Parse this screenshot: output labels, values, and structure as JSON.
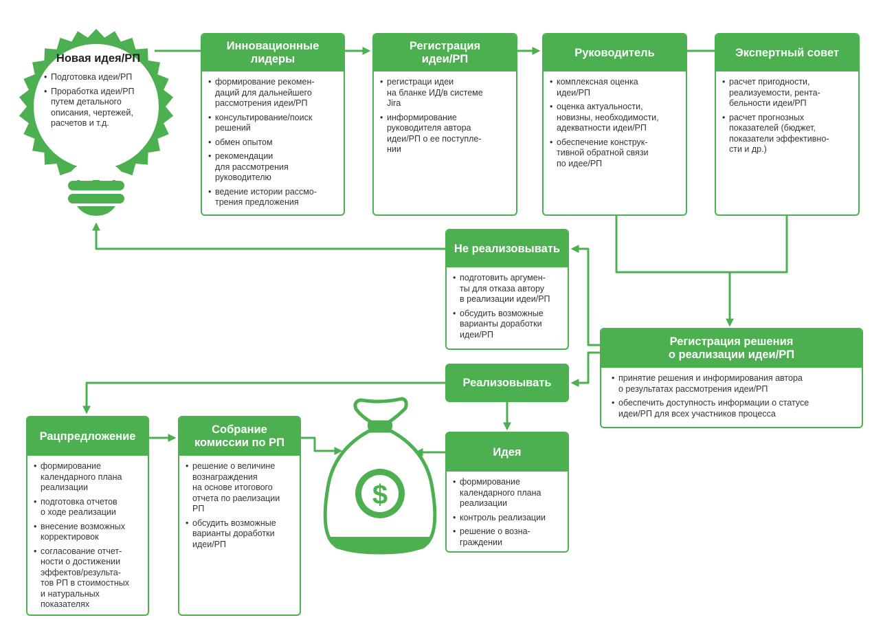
{
  "colors": {
    "accent": "#4cb050",
    "text": "#333333",
    "background": "#ffffff"
  },
  "icons": {
    "bulb": "lightbulb-icon",
    "money_bag": "money-bag-icon",
    "dollar": "dollar-icon"
  },
  "new_idea": {
    "title": "Новая идея/РП",
    "items": [
      "Подготовка идеи/РП",
      "Проработка идеи/РП\nпутем детального\nописания, чертежей,\nрасчетов и т.д."
    ]
  },
  "innov": {
    "title": "Инновационные\nлидеры",
    "items": [
      "формирование рекомен-\nдаций для дальнейшего\nрассмотрения идеи/РП",
      "консультирование/поиск\nрешений",
      "обмен опытом",
      "рекомендации\nдля рассмотрения\nруководителю",
      "ведение истории рассмо-\nтрения предложения"
    ]
  },
  "registration": {
    "title": "Регистрация\nидеи/РП",
    "items": [
      "регистраци идеи\nна бланке ИД/в системе\nJira",
      "информирование\nруководителя автора\nидеи/РП о ее поступле-\nнии"
    ]
  },
  "manager": {
    "title": "Руководитель",
    "items": [
      "комплексная оценка\nидеи/РП",
      "оценка актуальности,\nновизны, необходимости,\nадекватности идеи/РП",
      "обеспечение конструк-\nтивной обратной связи\nпо идее/РП"
    ]
  },
  "expert": {
    "title": "Экспертный совет",
    "items": [
      "расчет пригодности,\nреализуемости, рента-\nбельности идеи/РП",
      "расчет прогнозных\nпоказателей (бюджет,\nпоказатели эффективно-\nсти и др.)"
    ]
  },
  "not_implement": {
    "title": "Не реализовывать",
    "items": [
      "подготовить аргумен-\nты для отказа автору\nв реализации идеи/РП",
      "обсудить возможные\nварианты доработки\nидеи/РП"
    ]
  },
  "decision": {
    "title": "Регистрация решения\nо реализации идеи/РП",
    "items": [
      "принятие решения и информирования автора\nо результатах рассмотрения идеи/РП",
      "обеспечить доступность информации о статусе\nидеи/РП для всех участников процесса"
    ]
  },
  "implement": {
    "title": "Реализовывать"
  },
  "ratsproposal": {
    "title": "Рацпредложение",
    "items": [
      "формирование\nкалендарного плана\nреализации",
      "подготовка отчетов\nо ходе реализации",
      "внесение возможных\nкорректировок",
      "согласование отчет-\nности о достижении\nэффектов/результа-\nтов РП в стоимостных\nи натуральных\nпоказателях"
    ]
  },
  "commission": {
    "title": "Собрание\nкомиссии по РП",
    "items": [
      "решение о величине\nвознаграждения\nна основе итогового\nотчета по раелизации\nРП",
      "обсудить возможные\nварианты доработки\nидеи/РП"
    ]
  },
  "idea": {
    "title": "Идея",
    "items": [
      "формирование\nкалендарного плана\nреализации",
      "контроль реализации",
      "решение о возна-\nграждении"
    ]
  }
}
